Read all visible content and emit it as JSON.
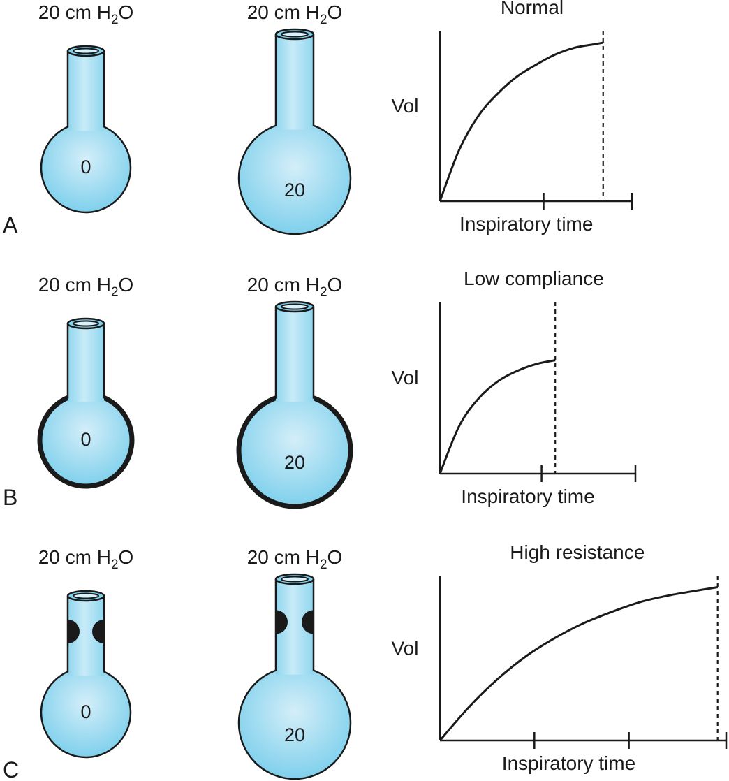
{
  "colors": {
    "fluid": "#bfe6f5",
    "fluid_edge": "#7fd0ec",
    "stroke": "#1a1a1a",
    "background": "#ffffff"
  },
  "panels": [
    {
      "letter": "A",
      "chart_title": "Normal",
      "pressure_left": {
        "prefix": "20 cm H",
        "sub": "2",
        "suffix": "O"
      },
      "pressure_right": {
        "prefix": "20 cm H",
        "sub": "2",
        "suffix": "O"
      },
      "balloon_left_value": "0",
      "balloon_right_value": "20",
      "wall": "normal",
      "airway": "open",
      "y_label": "Vol",
      "x_label": "Inspiratory time"
    },
    {
      "letter": "B",
      "chart_title": "Low compliance",
      "pressure_left": {
        "prefix": "20 cm H",
        "sub": "2",
        "suffix": "O"
      },
      "pressure_right": {
        "prefix": "20 cm H",
        "sub": "2",
        "suffix": "O"
      },
      "balloon_left_value": "0",
      "balloon_right_value": "20",
      "wall": "thick",
      "airway": "open",
      "y_label": "Vol",
      "x_label": "Inspiratory time"
    },
    {
      "letter": "C",
      "chart_title": "High resistance",
      "pressure_left": {
        "prefix": "20 cm H",
        "sub": "2",
        "suffix": "O"
      },
      "pressure_right": {
        "prefix": "20 cm H",
        "sub": "2",
        "suffix": "O"
      },
      "balloon_left_value": "0",
      "balloon_right_value": "20",
      "wall": "normal",
      "airway": "narrowed",
      "y_label": "Vol",
      "x_label": "Inspiratory time"
    }
  ],
  "chart_data": [
    {
      "type": "line",
      "title": "Normal",
      "xlabel": "Inspiratory time",
      "ylabel": "Vol",
      "x_tick_labels": [],
      "y_tick_labels": [],
      "x_ticks": [
        0.54,
        1.0
      ],
      "xlim": [
        0,
        1
      ],
      "ylim": [
        0,
        1
      ],
      "grid": false,
      "end_marker": {
        "x": 0.85,
        "style": "dashed"
      },
      "series": [
        {
          "x": [
            0,
            0.1,
            0.2,
            0.3,
            0.4,
            0.5,
            0.6,
            0.7,
            0.8,
            0.85
          ],
          "values": [
            0,
            0.3,
            0.5,
            0.63,
            0.73,
            0.8,
            0.86,
            0.9,
            0.92,
            0.93
          ]
        }
      ]
    },
    {
      "type": "line",
      "title": "Low compliance",
      "xlabel": "Inspiratory time",
      "ylabel": "Vol",
      "x_tick_labels": [],
      "y_tick_labels": [],
      "x_ticks": [
        0.52,
        1.0
      ],
      "xlim": [
        0,
        1
      ],
      "ylim": [
        0,
        1
      ],
      "grid": false,
      "end_marker": {
        "x": 0.59,
        "style": "dashed"
      },
      "series": [
        {
          "x": [
            0,
            0.1,
            0.2,
            0.3,
            0.4,
            0.5,
            0.59
          ],
          "values": [
            0,
            0.28,
            0.44,
            0.54,
            0.6,
            0.64,
            0.66
          ]
        }
      ]
    },
    {
      "type": "line",
      "title": "High resistance",
      "xlabel": "Inspiratory time",
      "ylabel": "Vol",
      "x_tick_labels": [],
      "y_tick_labels": [],
      "x_ticks": [
        0.33,
        0.66,
        1.0
      ],
      "xlim": [
        0,
        1
      ],
      "ylim": [
        0,
        1
      ],
      "grid": false,
      "end_marker": {
        "x": 0.97,
        "style": "dashed"
      },
      "series": [
        {
          "x": [
            0,
            0.1,
            0.2,
            0.3,
            0.4,
            0.5,
            0.6,
            0.7,
            0.8,
            0.9,
            0.97
          ],
          "values": [
            0,
            0.2,
            0.37,
            0.51,
            0.62,
            0.71,
            0.78,
            0.84,
            0.88,
            0.91,
            0.93
          ]
        }
      ]
    }
  ]
}
